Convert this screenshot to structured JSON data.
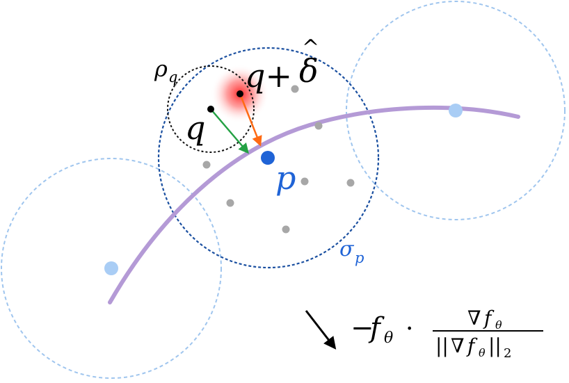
{
  "labels": {
    "rho": "ρ",
    "rho_sub": "q",
    "q": "q",
    "q_delta": "q+",
    "delta": "δ",
    "delta_hat": "^",
    "p": "p",
    "sigma": "σ",
    "sigma_sub": "p"
  },
  "formula": {
    "minus": "−",
    "f": "f",
    "theta": "θ",
    "dot": "·",
    "nabla": "∇",
    "norm_open": "||",
    "norm_close": "||",
    "two": "2"
  },
  "colors": {
    "curve": "#b49ad6",
    "neighborhood": "#9fc5ee",
    "sigma_circle": "#1a4fa0",
    "rho_circle": "#111111",
    "p_point": "#1f63d6",
    "neighbor_point": "#a9cdf5",
    "sample_points": "#a7a7a7",
    "green_arrow": "#24a144",
    "orange_arrow": "#ff6a13",
    "red_glow": "#ff1f1f",
    "blue_text": "#1f63d6"
  }
}
